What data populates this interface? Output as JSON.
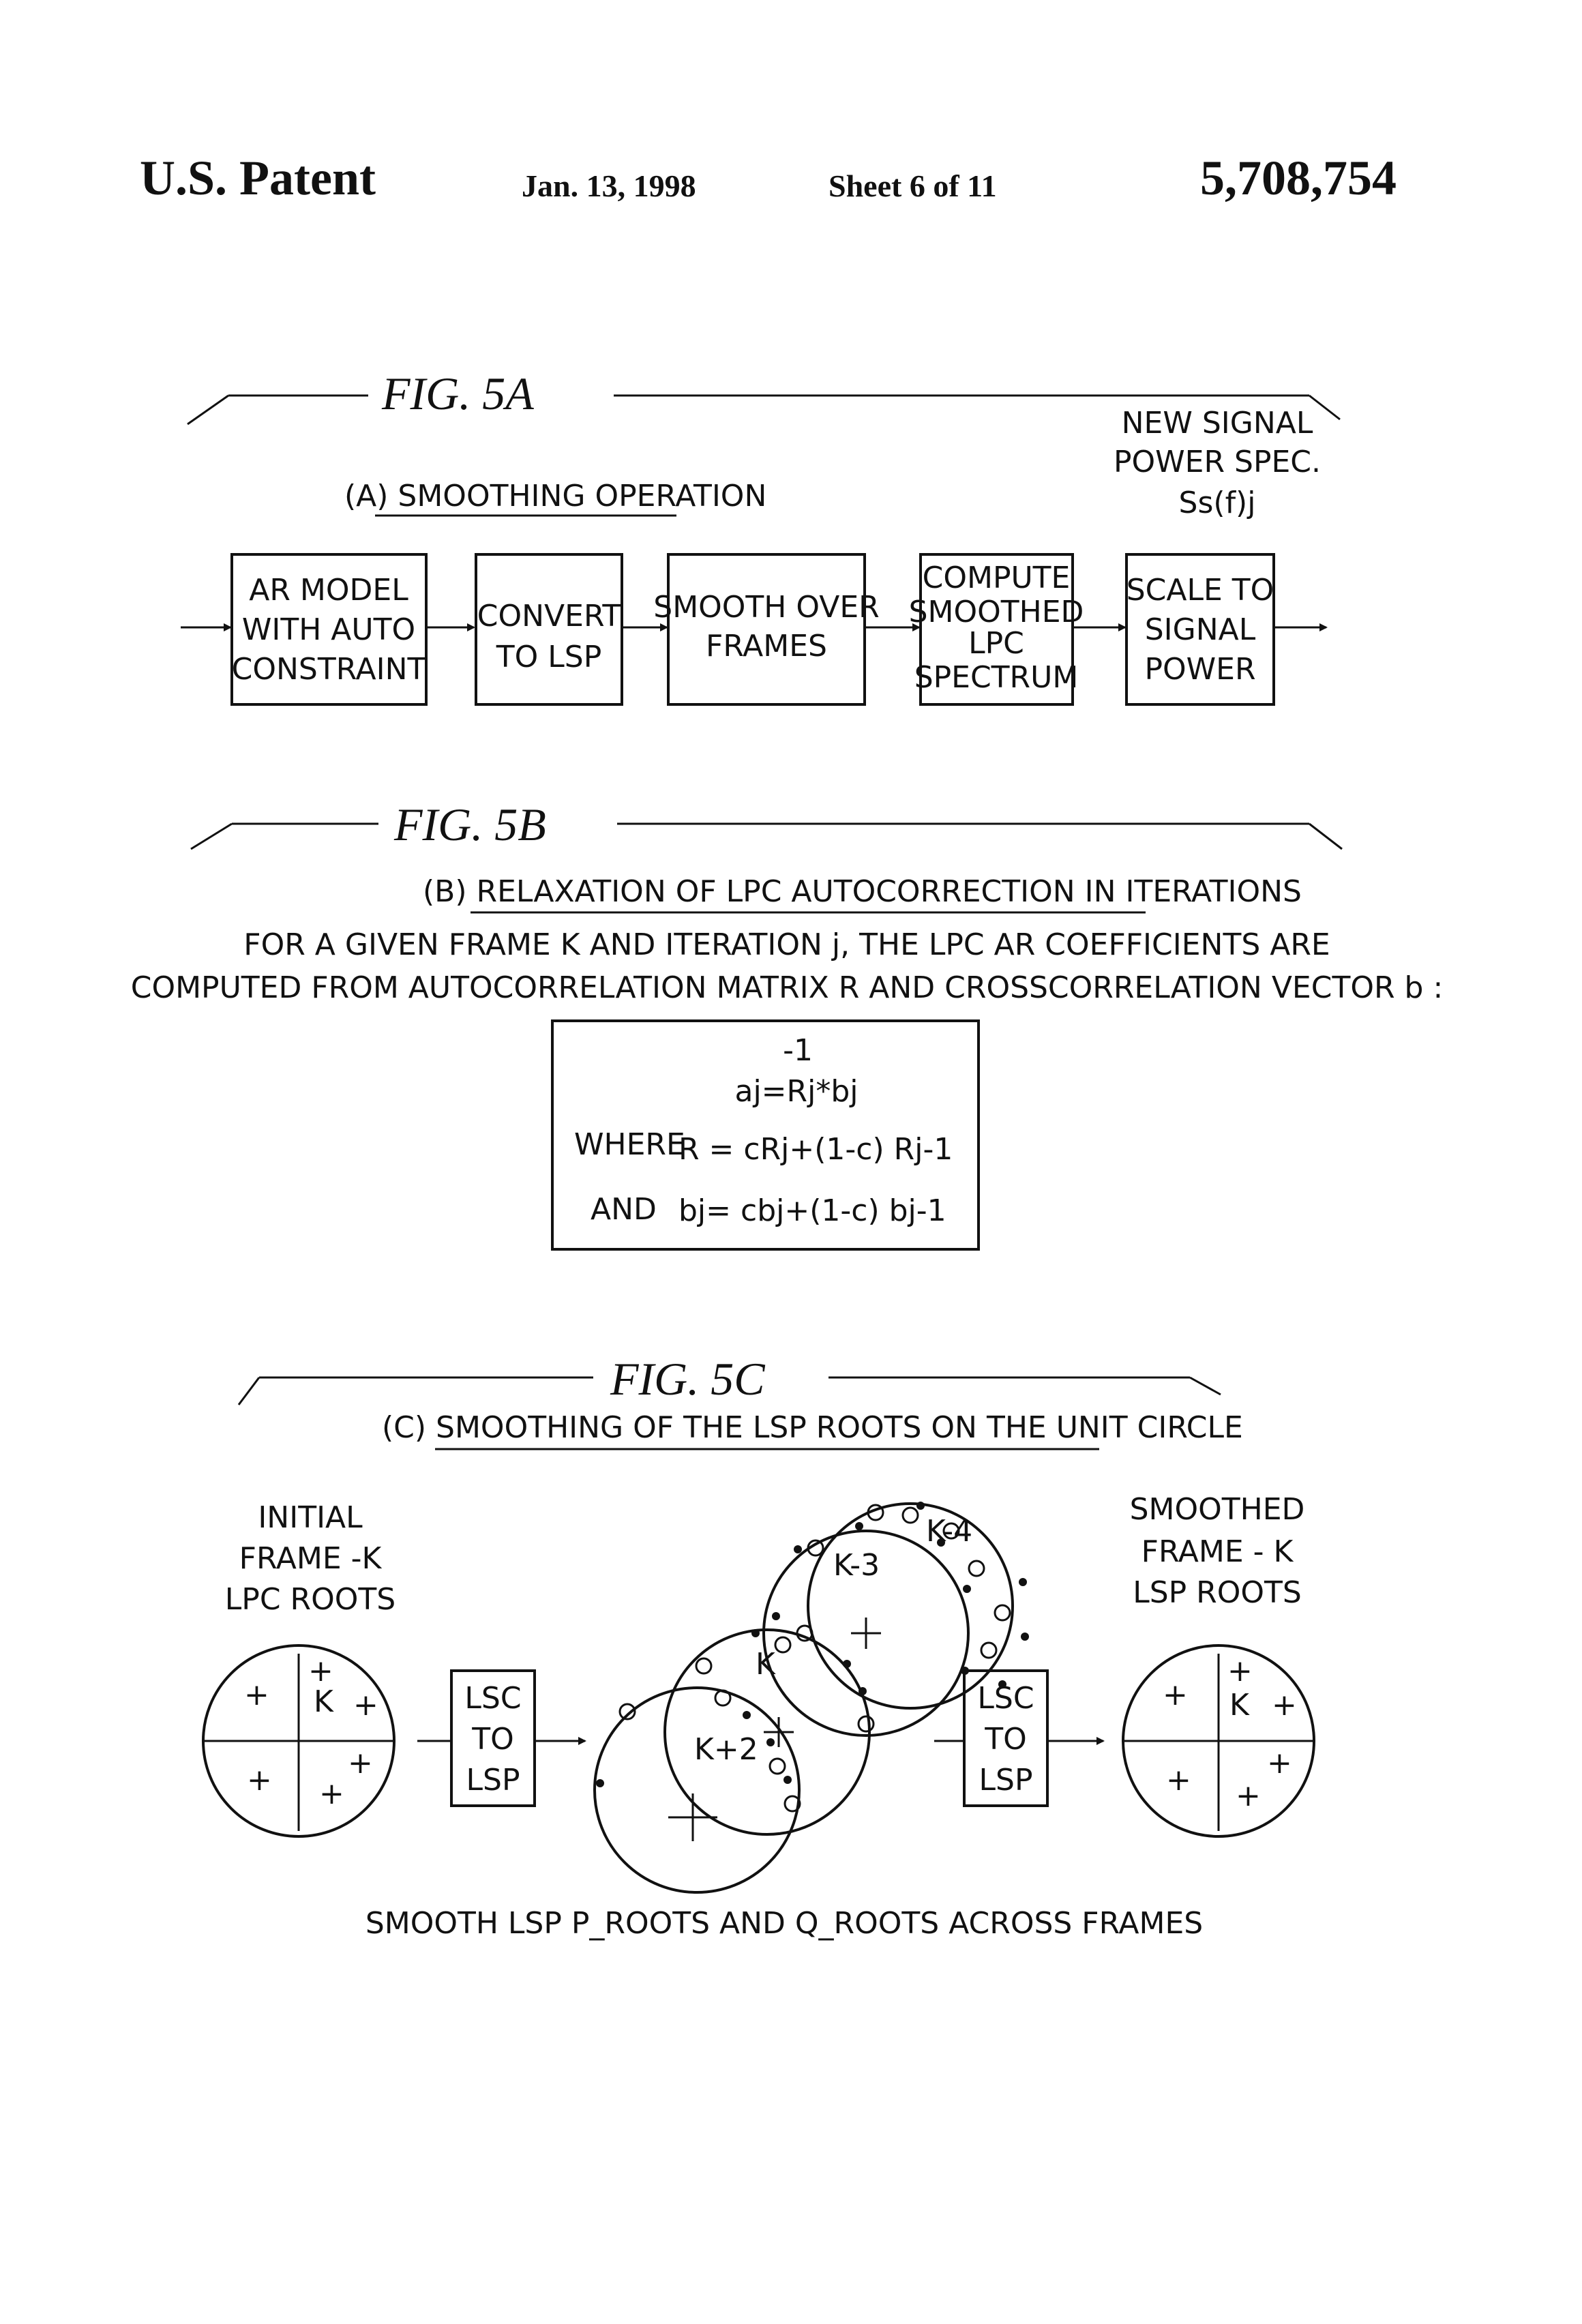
{
  "header": {
    "left": "U.S. Patent",
    "date": "Jan. 13, 1998",
    "sheet": "Sheet 6 of 11",
    "number": "5,708,754"
  },
  "fig5a": {
    "label": "FIG. 5A",
    "subtitle": "(A) SMOOTHING OPERATION",
    "output_note": [
      "NEW SIGNAL",
      "POWER SPEC.",
      "Ss(f)j"
    ],
    "boxes": [
      {
        "lines": [
          "AR MODEL",
          "WITH AUTO",
          "CONSTRAINT"
        ]
      },
      {
        "lines": [
          "CONVERT",
          "TO LSP"
        ]
      },
      {
        "lines": [
          "SMOOTH OVER",
          "FRAMES"
        ]
      },
      {
        "lines": [
          "COMPUTE",
          "SMOOTHED",
          "LPC",
          "SPECTRUM"
        ]
      },
      {
        "lines": [
          "SCALE TO",
          "SIGNAL",
          "POWER"
        ]
      }
    ]
  },
  "fig5b": {
    "label": "FIG. 5B",
    "subtitle": "(B) RELAXATION OF LPC AUTOCORRECTION IN ITERATIONS",
    "desc1": "FOR A GIVEN FRAME K AND ITERATION j, THE LPC AR COEFFICIENTS ARE",
    "desc2": "COMPUTED FROM AUTOCORRELATION MATRIX R AND CROSSCORRELATION VECTOR b :",
    "eq_exp": "-1",
    "eq1": "aj=Rj*bj",
    "where": "WHERE",
    "eq2": "R = cRj+(1-c) Rj-1",
    "and": "AND",
    "eq3": "bj= cbj+(1-c) bj-1"
  },
  "fig5c": {
    "label": "FIG. 5C",
    "subtitle": "(C) SMOOTHING OF THE LSP ROOTS ON THE UNIT CIRCLE",
    "left_label": [
      "INITIAL",
      "FRAME -K",
      "LPC ROOTS"
    ],
    "right_label": [
      "SMOOTHED",
      "FRAME - K",
      "LSP ROOTS"
    ],
    "lsc_box": [
      "LSC",
      "TO",
      "LSP"
    ],
    "circle_k": "K",
    "frame_labels": [
      "K-4",
      "K-3",
      "K",
      "K+2"
    ],
    "plus": "+",
    "caption": "SMOOTH LSP P_ROOTS AND Q_ROOTS ACROSS FRAMES"
  }
}
